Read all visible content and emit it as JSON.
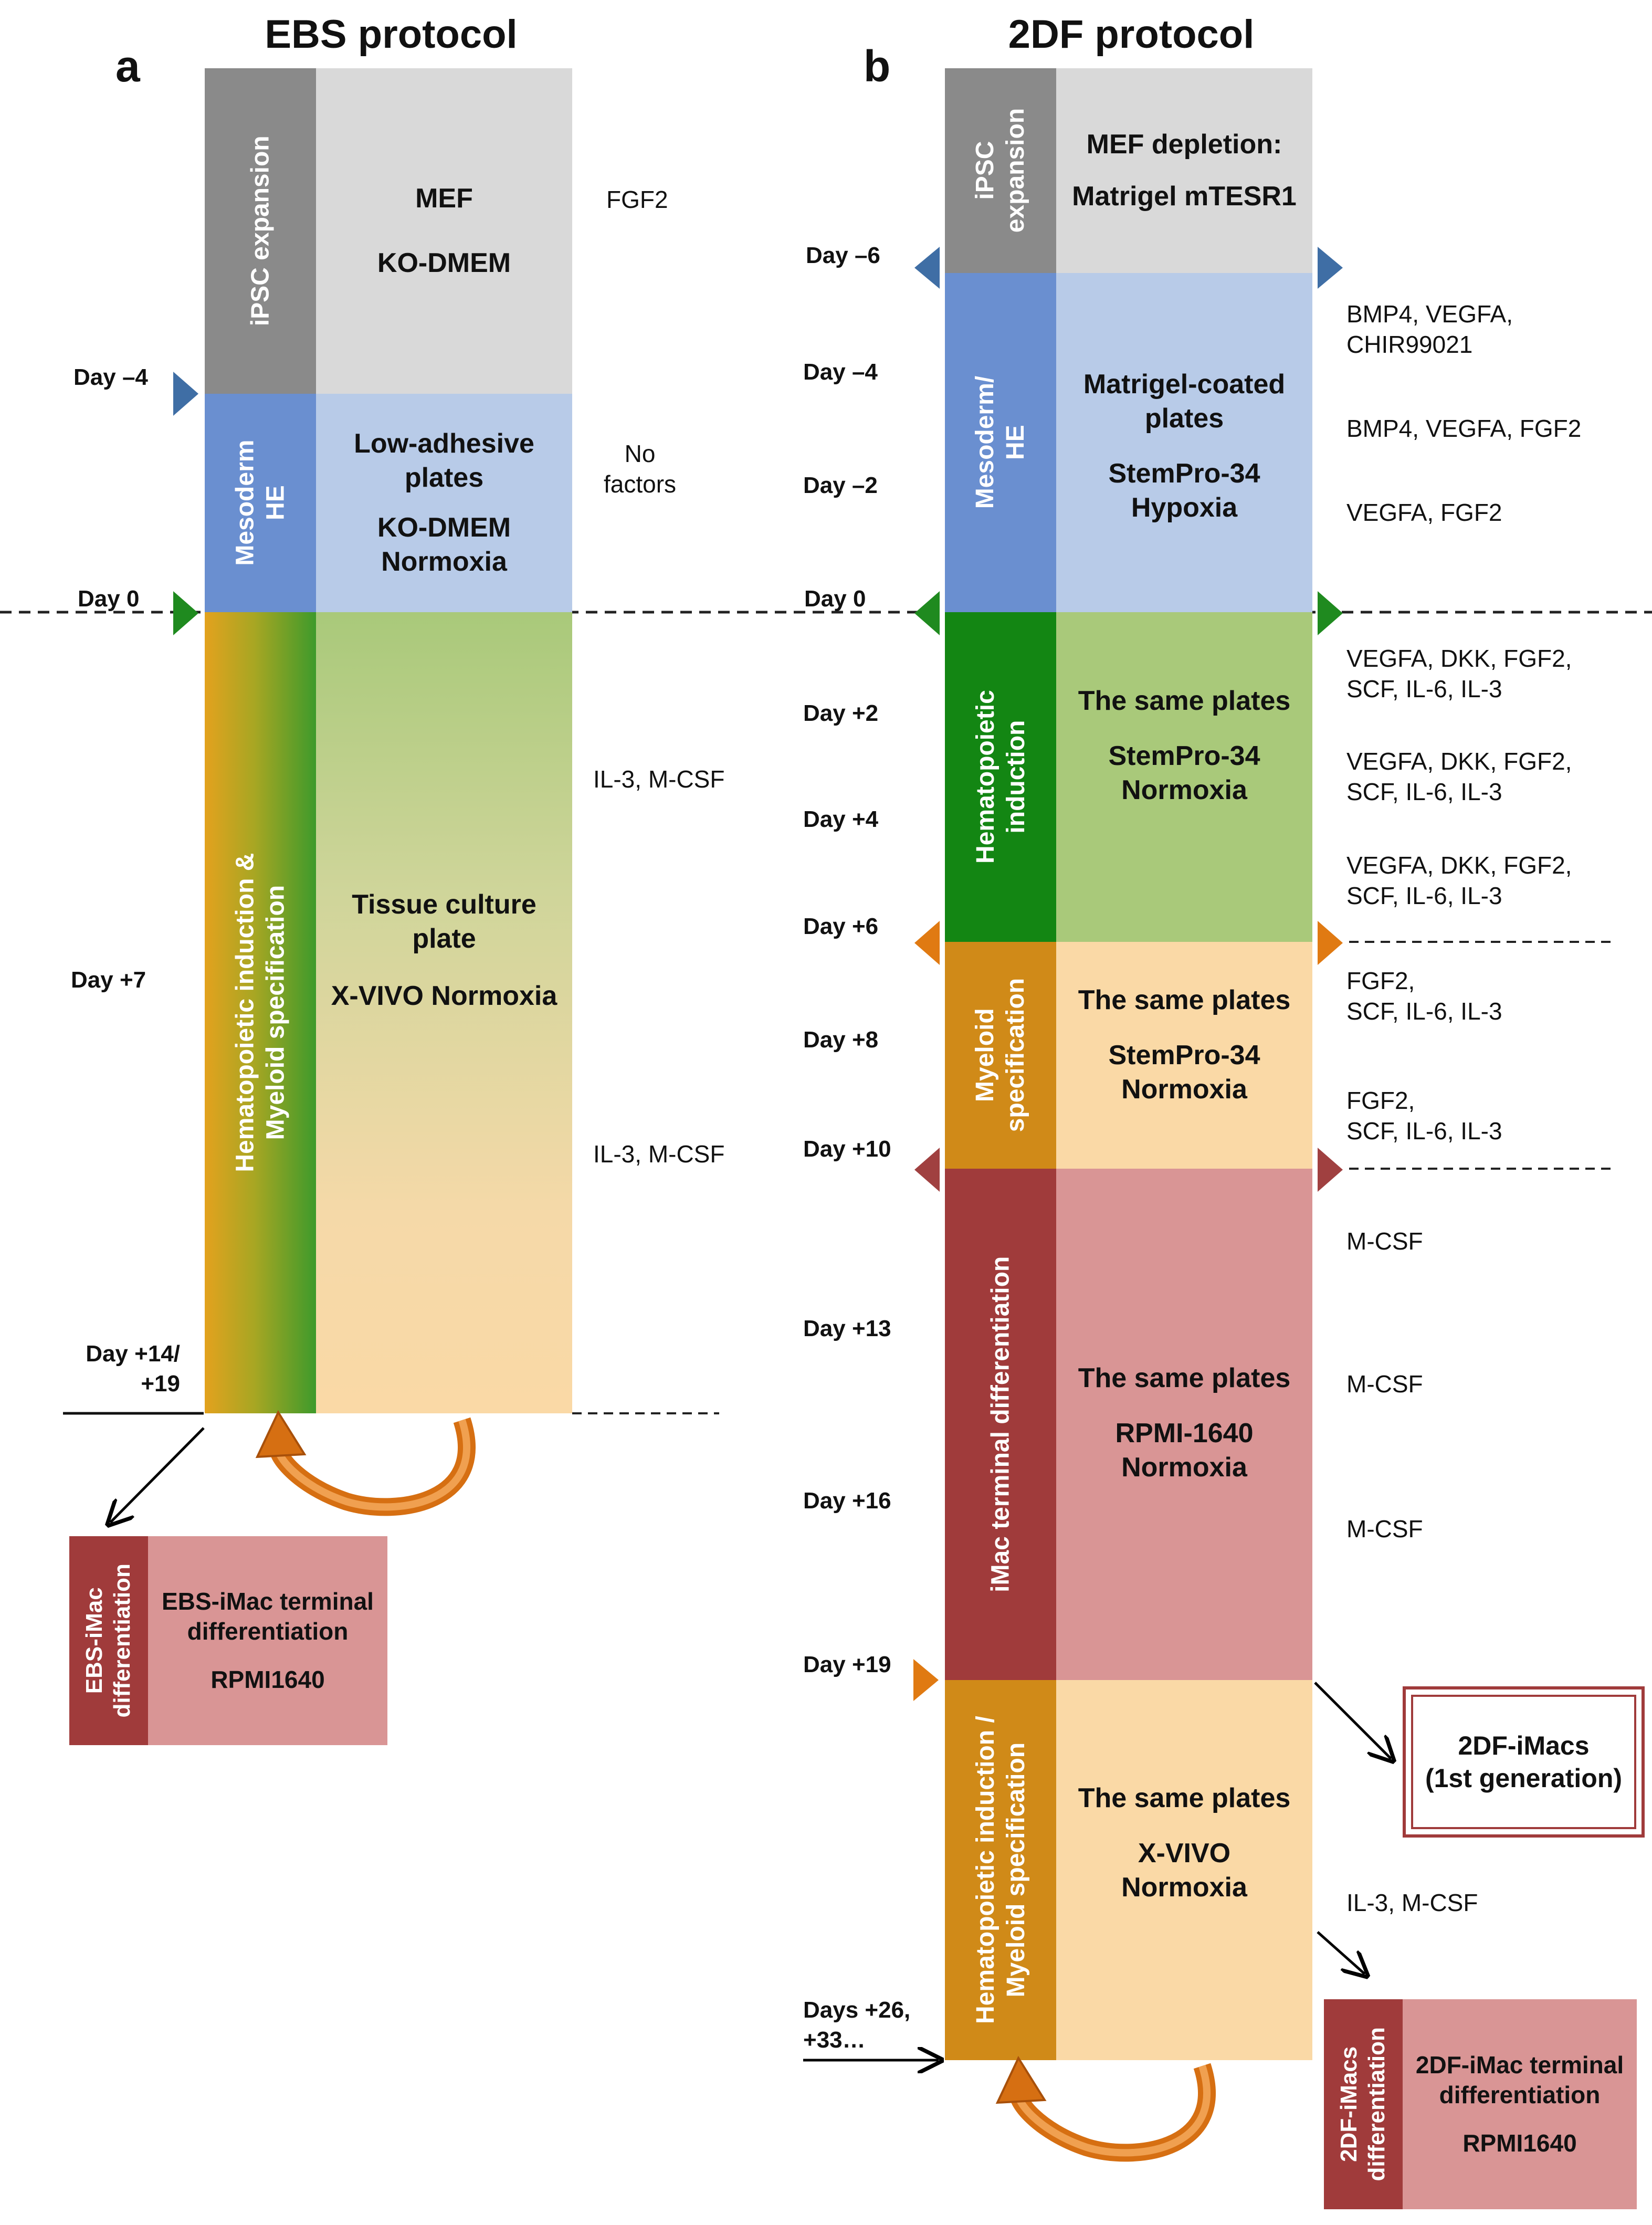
{
  "panel_a": {
    "letter": "a",
    "title": "EBS protocol",
    "stages": {
      "ipsc": {
        "side_label": "iPSC expansion",
        "lines": [
          "MEF",
          "KO-DMEM"
        ],
        "factors": [
          "FGF2"
        ]
      },
      "mesoderm": {
        "side_label": [
          "Mesoderm",
          "HE"
        ],
        "lines": [
          "Low-adhesive plates",
          "KO-DMEM Normoxia"
        ],
        "factors": [
          "No",
          "factors"
        ]
      },
      "hematopoietic": {
        "side_label": [
          "Hematopoietic induction &",
          "Myeloid specification"
        ],
        "lines": [
          "Tissue culture plate",
          "X-VIVO Normoxia"
        ],
        "factors_1": "IL-3, M-CSF",
        "factors_2": "IL-3, M-CSF"
      }
    },
    "days": {
      "d_minus4": "Day –4",
      "d0": "Day 0",
      "d7": "Day +7",
      "d14": [
        "Day +14/",
        "+19"
      ]
    },
    "output": {
      "side_label": [
        "EBS-iMac",
        "differentiation"
      ],
      "lines": [
        "EBS-iMac terminal differentiation",
        "RPMI1640"
      ]
    }
  },
  "panel_b": {
    "letter": "b",
    "title": "2DF protocol",
    "stages": {
      "ipsc": {
        "side_label": [
          "iPSC",
          "expansion"
        ],
        "lines": [
          "MEF depletion:",
          "Matrigel mTESR1"
        ]
      },
      "mesoderm": {
        "side_label": [
          "Mesoderm/",
          "HE"
        ],
        "lines": [
          "Matrigel-coated plates",
          "StemPro-34 Hypoxia"
        ]
      },
      "hematopoietic": {
        "side_label": [
          "Hematopoietic",
          "induction"
        ],
        "lines": [
          "The same plates",
          "StemPro-34 Normoxia"
        ]
      },
      "myeloid": {
        "side_label": [
          "Myeloid",
          "specification"
        ],
        "lines": [
          "The same plates",
          "StemPro-34 Normoxia"
        ]
      },
      "imac": {
        "side_label": "iMac terminal differentiation",
        "lines": [
          "The same plates",
          "RPMI-1640 Normoxia"
        ]
      },
      "repeat": {
        "side_label": [
          "Hematopoietic induction /",
          "Myeloid specification"
        ],
        "lines": [
          "The same plates",
          "X-VIVO Normoxia"
        ]
      }
    },
    "days": {
      "d_minus6": "Day –6",
      "d_minus4": "Day –4",
      "d_minus2": "Day –2",
      "d0": "Day 0",
      "d2": "Day +2",
      "d4": "Day +4",
      "d6": "Day +6",
      "d8": "Day +8",
      "d10": "Day +10",
      "d13": "Day +13",
      "d16": "Day +16",
      "d19": "Day +19",
      "d26": [
        "Days +26,",
        "+33…"
      ]
    },
    "factors": {
      "f1": [
        "BMP4, VEGFA,",
        "CHIR99021"
      ],
      "f2": "BMP4, VEGFA, FGF2",
      "f3": "VEGFA, FGF2",
      "f4": [
        "VEGFA, DKK, FGF2,",
        "SCF, IL-6, IL-3"
      ],
      "f5": [
        "VEGFA, DKK, FGF2,",
        "SCF, IL-6, IL-3"
      ],
      "f6": [
        "VEGFA, DKK, FGF2,",
        "SCF, IL-6, IL-3"
      ],
      "f7": [
        "FGF2,",
        "SCF, IL-6, IL-3"
      ],
      "f8": [
        "FGF2,",
        "SCF, IL-6, IL-3"
      ],
      "f9": "M-CSF",
      "f10": "M-CSF",
      "f11": "M-CSF",
      "f12": "IL-3, M-CSF"
    },
    "first_gen": [
      "2DF-iMacs",
      "(1st generation)"
    ],
    "output": {
      "side_label": [
        "2DF-iMacs",
        "differentiation"
      ],
      "lines": [
        "2DF-iMac terminal differentiation",
        "RPMI1640"
      ]
    }
  },
  "colors": {
    "gray_dark": "#8a8a8a",
    "gray_light": "#d9d9d9",
    "blue_dark": "#6a8fd0",
    "blue_light": "#b8cbe8",
    "green_dark": "#138613",
    "green_light": "#a9c97a",
    "orange_dark": "#d08a18",
    "orange_light": "#fad9a6",
    "red_dark": "#a03b3b",
    "red_light": "#d99595"
  }
}
